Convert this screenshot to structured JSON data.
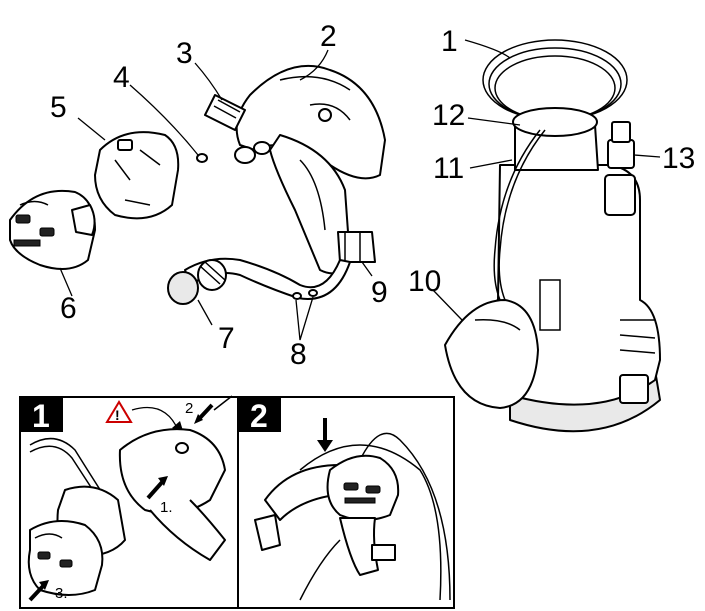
{
  "callouts": {
    "c1": "1",
    "c2": "2",
    "c3": "3",
    "c4": "4",
    "c5": "5",
    "c6": "6",
    "c7": "7",
    "c8": "8",
    "c9": "9",
    "c10": "10",
    "c11": "11",
    "c12": "12",
    "c13": "13"
  },
  "panels": {
    "p1": "1",
    "p2": "2",
    "warning_glyph": "!",
    "step1": "1.",
    "step2": "2",
    "step3": "3."
  },
  "colors": {
    "ink": "#000000",
    "paper": "#ffffff",
    "panel_label_bg": "#000000",
    "warning_fill": "#ffffff"
  },
  "icons": [
    "warning-triangle-icon",
    "arrow-icon"
  ]
}
